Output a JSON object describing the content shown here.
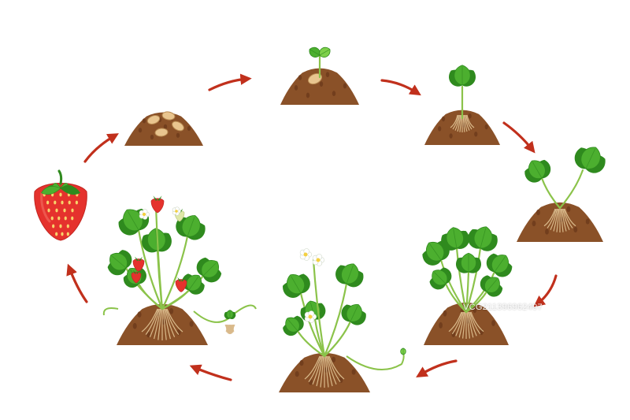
{
  "diagram": {
    "stages": [
      {
        "id": "ripe-strawberry"
      },
      {
        "id": "seeds-in-soil"
      },
      {
        "id": "sprout"
      },
      {
        "id": "seedling"
      },
      {
        "id": "young-plant"
      },
      {
        "id": "leafy-plant"
      },
      {
        "id": "flowering-plant"
      },
      {
        "id": "fruiting-plant-with-runner"
      }
    ],
    "colors": {
      "arrow": "#c1301c",
      "soil": "#8a5128",
      "soil_dark": "#6b3a1a",
      "leaf": "#4caf2f",
      "leaf_light": "#7ed04a",
      "leaf_dark": "#2f8a1e",
      "stem": "#8bc34a",
      "berry": "#e5322d",
      "flower": "#ffffff",
      "root": "#d9b98a",
      "seed": "#e9c58f"
    }
  },
  "watermark": {
    "text": "VCG21139696249​7"
  }
}
